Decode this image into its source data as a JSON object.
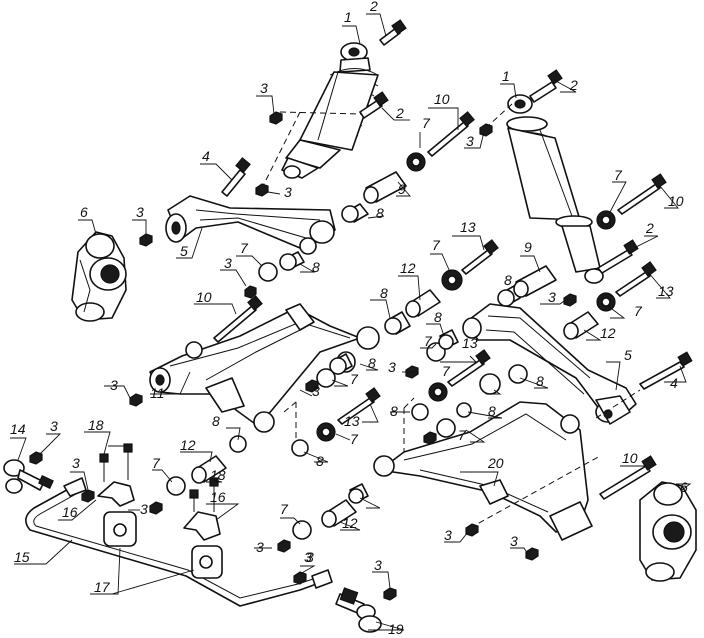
{
  "callouts": {
    "c1a": "1",
    "c1b": "1",
    "c2a": "2",
    "c2b": "2",
    "c2c": "2",
    "c2d": "2",
    "c3a": "3",
    "c3b": "3",
    "c3c": "3",
    "c3d": "3",
    "c3e": "3",
    "c3f": "3",
    "c3g": "3",
    "c3h": "3",
    "c3i": "3",
    "c3j": "3",
    "c3k": "3",
    "c3l": "3",
    "c3m": "3",
    "c3n": "3",
    "c3o": "3",
    "c3p": "3",
    "c3q": "3",
    "c3r": "3",
    "c4a": "4",
    "c4b": "4",
    "c5a": "5",
    "c5b": "5",
    "c6a": "6",
    "c6b": "6",
    "c7a": "7",
    "c7b": "7",
    "c7c": "7",
    "c7d": "7",
    "c7e": "7",
    "c7f": "7",
    "c7g": "7",
    "c7h": "7",
    "c7i": "7",
    "c7j": "7",
    "c7k": "7",
    "c7l": "7",
    "c8a": "8",
    "c8b": "8",
    "c8c": "8",
    "c8d": "8",
    "c8e": "8",
    "c8f": "8",
    "c8g": "8",
    "c8h": "8",
    "c8i": "8",
    "c8j": "8",
    "c8k": "8",
    "c9a": "9",
    "c9b": "9",
    "c10a": "10",
    "c10b": "10",
    "c10c": "10",
    "c10d": "10",
    "c11": "11",
    "c12a": "12",
    "c12b": "12",
    "c12c": "12",
    "c12d": "12",
    "c13a": "13",
    "c13b": "13",
    "c13c": "13",
    "c13d": "13",
    "c14": "14",
    "c15": "15",
    "c16a": "16",
    "c16b": "16",
    "c17": "17",
    "c18a": "18",
    "c18b": "18",
    "c19": "19",
    "c20": "20"
  }
}
